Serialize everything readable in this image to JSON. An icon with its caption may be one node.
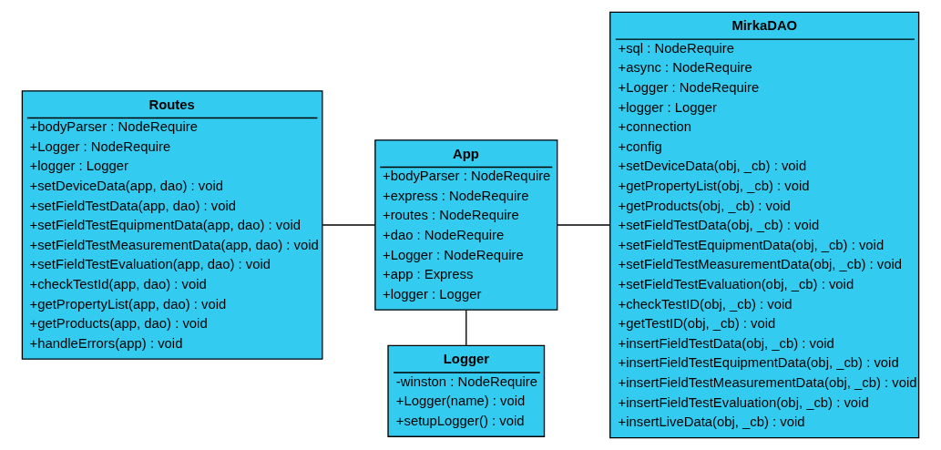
{
  "diagram": {
    "nodes": [
      {
        "text": [
          "Routes",
          "+bodyParser : NodeRequire",
          "+Logger : NodeRequire",
          "+logger : Logger",
          "+setDeviceData(app, dao) : void",
          "+setFieldTestData(app, dao) : void",
          "+setFieldTestEquipmentData(app, dao) : void",
          "+setFieldTestMeasurementData(app, dao) : void",
          "+setFieldTestEvaluation(app, dao) : void",
          "+checkTestId(app, dao) : void",
          "+getPropertyList(app, dao) : void",
          "+getProducts(app, dao) : void",
          "+handleErrors(app) : void"
        ]
      },
      {
        "text": [
          "App",
          "+bodyParser : NodeRequire",
          "+express : NodeRequire",
          "+routes : NodeRequire",
          "+dao : NodeRequire",
          "+Logger : NodeRequire",
          "+app : Express",
          "+logger : Logger"
        ]
      },
      {
        "text": [
          "MirkaDAO",
          "+sql : NodeRequire",
          "+async : NodeRequire",
          "+Logger : NodeRequire",
          "+logger : Logger",
          "+connection",
          "+config",
          "+setDeviceData(obj, _cb) : void",
          "+getPropertyList(obj, _cb) : void",
          "+getProducts(obj, _cb) : void",
          "+setFieldTestData(obj, _cb) : void",
          "+setFieldTestEquipmentData(obj, _cb) : void",
          "+setFieldTestMeasurementData(obj, _cb) : void",
          "+setFieldTestEvaluation(obj, _cb) : void",
          "+checkTestID(obj, _cb) : void",
          "+getTestID(obj, _cb) : void",
          "+insertFieldTestData(obj, _cb) : void",
          "+insertFieldTestEquipmentData(obj, _cb) : void",
          "+insertFieldTestMeasurementData(obj, _cb) : void",
          "+insertFieldTestEvaluation(obj, _cb) : void",
          "+insertLiveData(obj, _cb) : void"
        ]
      },
      {
        "text": [
          "Logger",
          "-winston : NodeRequire",
          "+Logger(name) : void",
          "+setupLogger() : void"
        ]
      }
    ],
    "edges": [
      {
        "from": 0,
        "to": 1,
        "arrow": "none"
      },
      {
        "from": 1,
        "to": 2,
        "arrow": "none"
      },
      {
        "from": 1,
        "to": 3,
        "arrow": "none"
      }
    ]
  }
}
